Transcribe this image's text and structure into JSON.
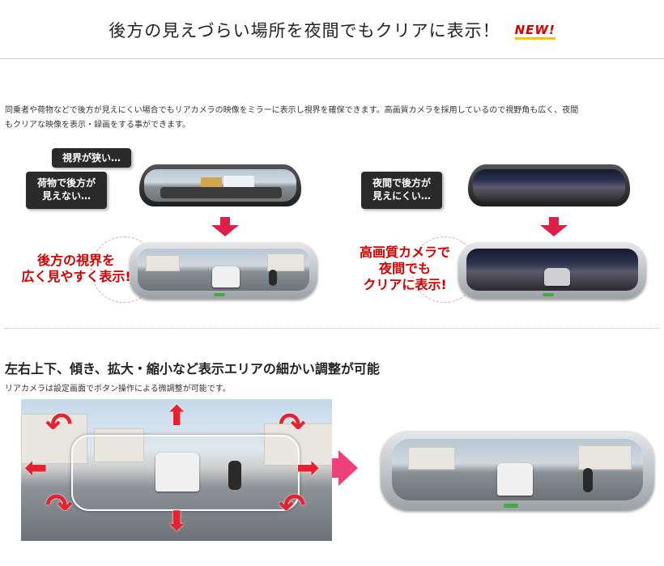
{
  "header": {
    "title": "後方の見えづらい場所を夜間でもクリアに表示！",
    "badge": "NEW!"
  },
  "intro": {
    "line1": "同乗者や荷物などで後方が見えにくい場合でもリアカメラの映像をミラーに表示し視界を確保できます。高画質カメラを採用しているので視野角も広く、夜間",
    "line2": "もクリアな映像を表示・録画をする事ができます。"
  },
  "left_panel": {
    "bubble_top": "視界が狭い…",
    "bubble_main_1": "荷物で後方が",
    "bubble_main_2": "見えない…",
    "label_1": "後方の視界を",
    "label_2": "広く見やすく表示!"
  },
  "right_panel": {
    "bubble_1": "夜間で後方が",
    "bubble_2": "見えにくい…",
    "label_1": "高画質カメラで",
    "label_2": "夜間でも",
    "label_3": "クリアに表示!"
  },
  "section2": {
    "heading": "左右上下、傾き、拡大・縮小など表示エリアの細かい調整が可能",
    "subtext": "リアカメラは設定画面でボタン操作による微調整が可能です。"
  },
  "colors": {
    "accent_red": "#d40000",
    "arrow_pink": "#e11d48",
    "new_badge": "#d40000"
  }
}
